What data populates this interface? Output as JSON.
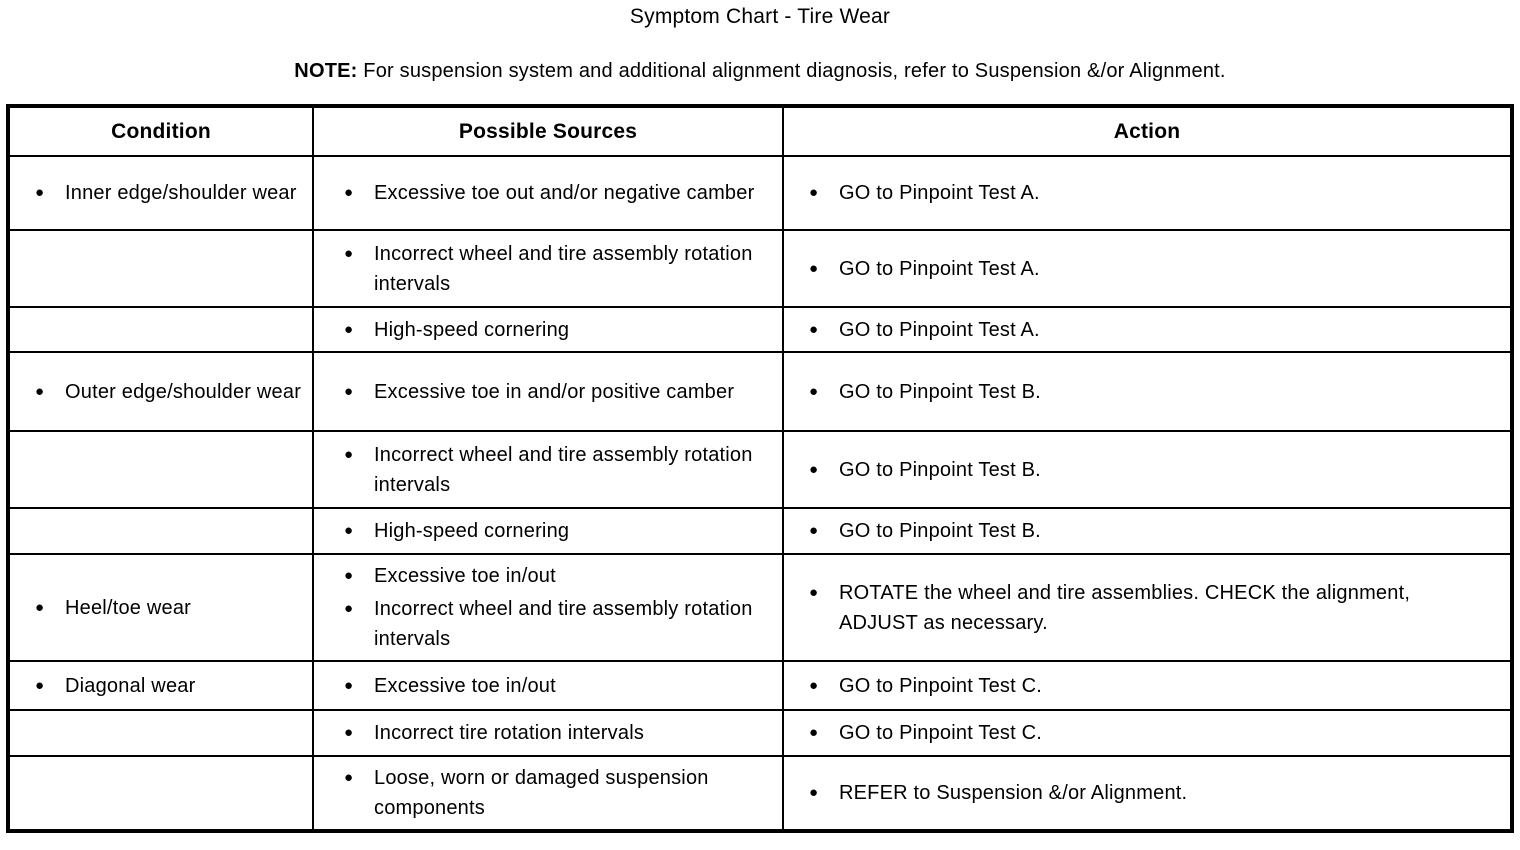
{
  "title": "Symptom Chart - Tire Wear",
  "note": {
    "label": "NOTE:",
    "text": " For suspension system and additional alignment diagnosis, refer to Suspension &/or Alignment."
  },
  "colors": {
    "text": "#000000",
    "border": "#000000",
    "background": "#ffffff"
  },
  "table": {
    "headers": [
      "Condition",
      "Possible Sources",
      "Action"
    ],
    "rows": [
      {
        "condition": [
          "Inner edge/shoulder wear"
        ],
        "sources": [
          "Excessive toe out and/or negative camber"
        ],
        "action": [
          "GO to Pinpoint Test A."
        ]
      },
      {
        "condition": [],
        "sources": [
          "Incorrect wheel and tire assembly rotation intervals"
        ],
        "action": [
          "GO to Pinpoint Test A."
        ]
      },
      {
        "condition": [],
        "sources": [
          "High-speed cornering"
        ],
        "action": [
          "GO to Pinpoint Test A."
        ]
      },
      {
        "condition": [
          "Outer edge/shoulder wear"
        ],
        "sources": [
          "Excessive toe in and/or positive camber"
        ],
        "action": [
          "GO to Pinpoint Test B."
        ]
      },
      {
        "condition": [],
        "sources": [
          "Incorrect wheel and tire assembly rotation intervals"
        ],
        "action": [
          "GO to Pinpoint Test B."
        ]
      },
      {
        "condition": [],
        "sources": [
          "High-speed cornering"
        ],
        "action": [
          "GO to Pinpoint Test B."
        ]
      },
      {
        "condition": [
          "Heel/toe wear"
        ],
        "sources": [
          "Excessive toe in/out",
          "Incorrect wheel and tire assembly rotation intervals"
        ],
        "action": [
          "ROTATE the wheel and tire assemblies. CHECK the alignment, ADJUST as necessary."
        ]
      },
      {
        "condition": [
          "Diagonal wear"
        ],
        "sources": [
          "Excessive toe in/out"
        ],
        "action": [
          "GO to Pinpoint Test C."
        ]
      },
      {
        "condition": [],
        "sources": [
          "Incorrect tire rotation intervals"
        ],
        "action": [
          "GO to Pinpoint Test C."
        ]
      },
      {
        "condition": [],
        "sources": [
          "Loose, worn or damaged suspension components"
        ],
        "action": [
          "REFER to Suspension &/or Alignment."
        ]
      }
    ]
  }
}
